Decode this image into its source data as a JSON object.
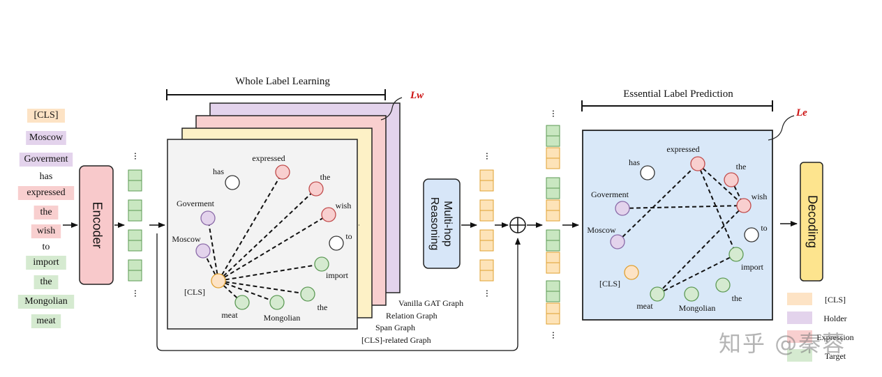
{
  "colors": {
    "cls": "#fde3c5",
    "holder": "#e3d3ec",
    "expression": "#f8cfcf",
    "target": "#d5ead0",
    "encoder": "#f8c9cb",
    "reasoning": "#d7e6f8",
    "decoding": "#fde48e",
    "panel_main": "#f3f3f3",
    "panel_right": "#d9e8f8",
    "loss_red": "#cc1111",
    "cell_green": "#c9e7c1",
    "cell_orange": "#fde3b8"
  },
  "input_tokens": [
    {
      "text": "[CLS]",
      "role": "cls"
    },
    {
      "text": "Moscow",
      "role": "holder"
    },
    {
      "text": "Goverment",
      "role": "holder"
    },
    {
      "text": "has",
      "role": "none"
    },
    {
      "text": "expressed",
      "role": "expression"
    },
    {
      "text": "the",
      "role": "expression"
    },
    {
      "text": "wish",
      "role": "expression"
    },
    {
      "text": "to",
      "role": "none"
    },
    {
      "text": "import",
      "role": "target"
    },
    {
      "text": "the",
      "role": "target"
    },
    {
      "text": "Mongolian",
      "role": "target"
    },
    {
      "text": "meat",
      "role": "target"
    }
  ],
  "encoder_label": "Encoder",
  "reasoning_label": "Multi-hop\nReasoning",
  "decoding_label": "Decoding",
  "whole_label_title": "Whole Label Learning",
  "essential_label_title": "Essential Label Prediction",
  "loss_w": "Lw",
  "loss_e": "Le",
  "graph_layers": [
    "Vanilla  GAT Graph",
    "Relation Graph",
    "Span Graph",
    "[CLS]-related Graph"
  ],
  "ellipsis": "...",
  "oplus": "⊕",
  "main_graph": {
    "nodes": [
      {
        "id": "has",
        "label": "has",
        "role": "none"
      },
      {
        "id": "expressed",
        "label": "expressed",
        "role": "expression"
      },
      {
        "id": "the1",
        "label": "the",
        "role": "expression"
      },
      {
        "id": "wish",
        "label": "wish",
        "role": "expression"
      },
      {
        "id": "to",
        "label": "to",
        "role": "none"
      },
      {
        "id": "goverment",
        "label": "Goverment",
        "role": "holder"
      },
      {
        "id": "moscow",
        "label": "Moscow",
        "role": "holder"
      },
      {
        "id": "import",
        "label": "import",
        "role": "target"
      },
      {
        "id": "cls",
        "label": "[CLS]",
        "role": "cls"
      },
      {
        "id": "the2",
        "label": "the",
        "role": "target"
      },
      {
        "id": "mongolian",
        "label": "Mongolian",
        "role": "target"
      },
      {
        "id": "meat",
        "label": "meat",
        "role": "target"
      }
    ],
    "edges": [
      [
        "cls",
        "moscow"
      ],
      [
        "cls",
        "goverment"
      ],
      [
        "cls",
        "expressed"
      ],
      [
        "cls",
        "the1"
      ],
      [
        "cls",
        "wish"
      ],
      [
        "cls",
        "import"
      ],
      [
        "cls",
        "the2"
      ],
      [
        "cls",
        "mongolian"
      ],
      [
        "cls",
        "meat"
      ]
    ]
  },
  "right_graph": {
    "nodes": [
      {
        "id": "has",
        "label": "has",
        "role": "none"
      },
      {
        "id": "expressed",
        "label": "expressed",
        "role": "expression"
      },
      {
        "id": "the1",
        "label": "the",
        "role": "expression"
      },
      {
        "id": "wish",
        "label": "wish",
        "role": "expression"
      },
      {
        "id": "to",
        "label": "to",
        "role": "none"
      },
      {
        "id": "goverment",
        "label": "Goverment",
        "role": "holder"
      },
      {
        "id": "moscow",
        "label": "Moscow",
        "role": "holder"
      },
      {
        "id": "import",
        "label": "import",
        "role": "target"
      },
      {
        "id": "cls",
        "label": "[CLS]",
        "role": "cls"
      },
      {
        "id": "meat",
        "label": "meat",
        "role": "target"
      },
      {
        "id": "mongolian",
        "label": "Mongolian",
        "role": "target"
      },
      {
        "id": "the2",
        "label": "the",
        "role": "target"
      }
    ],
    "edges": [
      [
        "goverment",
        "wish"
      ],
      [
        "moscow",
        "expressed"
      ],
      [
        "expressed",
        "wish"
      ],
      [
        "expressed",
        "import"
      ],
      [
        "wish",
        "meat"
      ],
      [
        "the1",
        "wish"
      ],
      [
        "import",
        "meat"
      ]
    ]
  },
  "legend": [
    {
      "label": "[CLS]",
      "role": "cls"
    },
    {
      "label": "Holder",
      "role": "holder"
    },
    {
      "label": "Expression",
      "role": "expression"
    },
    {
      "label": "Target",
      "role": "target"
    }
  ],
  "watermark": "知乎 @秦蓉"
}
